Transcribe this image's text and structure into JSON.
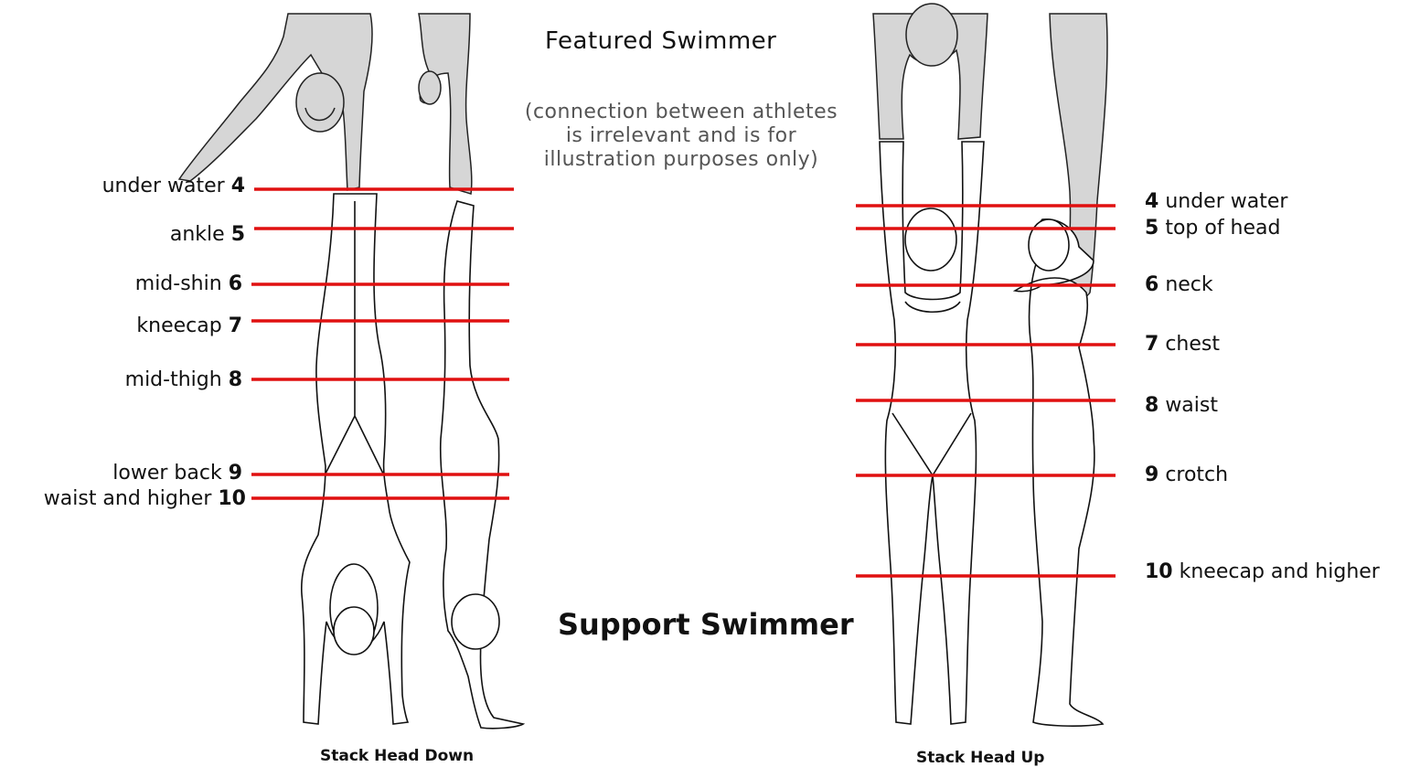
{
  "featured_label": "Featured Swimmer",
  "note": "(connection between athletes is irrelevant and is for illustration purposes only)",
  "support_label": "Support Swimmer",
  "left_panel": {
    "caption": "Stack Head Down",
    "levels": [
      {
        "text": "under water",
        "num": "4"
      },
      {
        "text": "ankle",
        "num": "5"
      },
      {
        "text": "mid-shin",
        "num": "6"
      },
      {
        "text": "kneecap",
        "num": "7"
      },
      {
        "text": "mid-thigh",
        "num": "8"
      },
      {
        "text": "lower back",
        "num": "9"
      },
      {
        "text": "waist and higher",
        "num": "10"
      }
    ]
  },
  "right_panel": {
    "caption": "Stack Head Up",
    "levels": [
      {
        "num": "4",
        "text": "under water"
      },
      {
        "num": "5",
        "text": "top of head"
      },
      {
        "num": "6",
        "text": "neck"
      },
      {
        "num": "7",
        "text": "chest"
      },
      {
        "num": "8",
        "text": "waist"
      },
      {
        "num": "9",
        "text": "crotch"
      },
      {
        "num": "10",
        "text": "kneecap and higher"
      }
    ]
  },
  "colors": {
    "level_line": "#e01010",
    "featured_fill": "#d4d4d4",
    "outline": "#111111"
  }
}
